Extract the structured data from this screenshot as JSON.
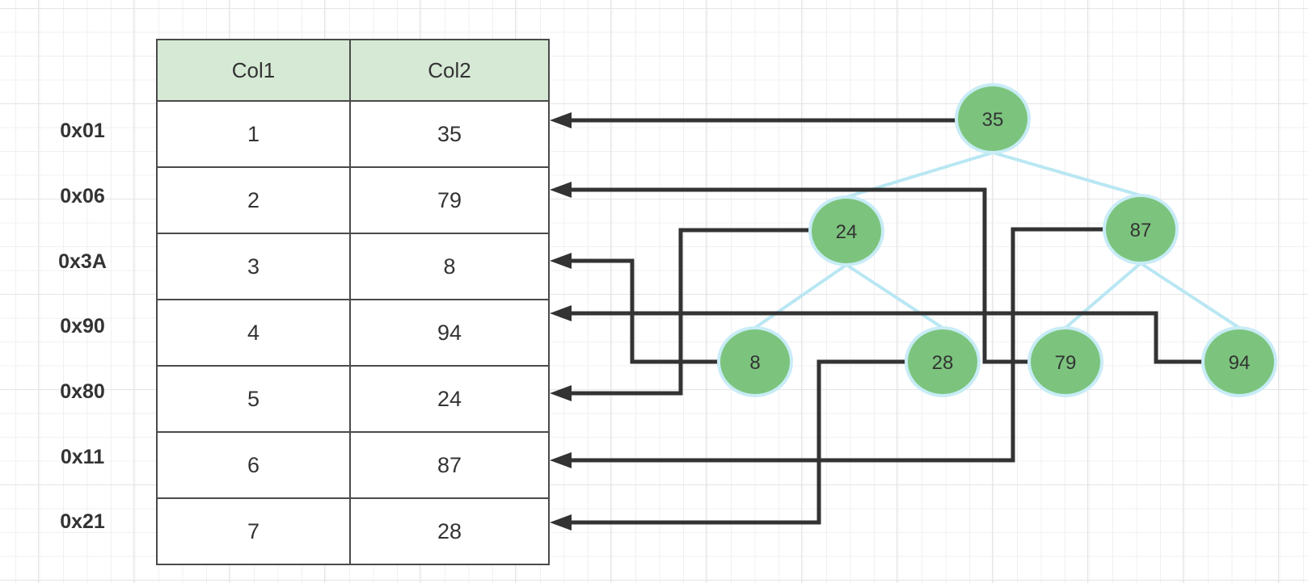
{
  "table": {
    "headers": [
      "Col1",
      "Col2"
    ],
    "rows": [
      {
        "label": "0x01",
        "col1": "1",
        "col2": "35"
      },
      {
        "label": "0x06",
        "col1": "2",
        "col2": "79"
      },
      {
        "label": "0x3A",
        "col1": "3",
        "col2": "8"
      },
      {
        "label": "0x90",
        "col1": "4",
        "col2": "94"
      },
      {
        "label": "0x80",
        "col1": "5",
        "col2": "24"
      },
      {
        "label": "0x11",
        "col1": "6",
        "col2": "87"
      },
      {
        "label": "0x21",
        "col1": "7",
        "col2": "28"
      }
    ]
  },
  "tree": {
    "nodes": [
      {
        "value": "35"
      },
      {
        "value": "24"
      },
      {
        "value": "87"
      },
      {
        "value": "8"
      },
      {
        "value": "28"
      },
      {
        "value": "79"
      },
      {
        "value": "94"
      }
    ],
    "edges": [
      [
        "35",
        "24"
      ],
      [
        "35",
        "87"
      ],
      [
        "24",
        "8"
      ],
      [
        "24",
        "28"
      ],
      [
        "87",
        "79"
      ],
      [
        "87",
        "94"
      ]
    ]
  },
  "connections": [
    {
      "from_node": "35",
      "to_row": "0x01"
    },
    {
      "from_node": "79",
      "to_row": "0x06"
    },
    {
      "from_node": "8",
      "to_row": "0x3A"
    },
    {
      "from_node": "94",
      "to_row": "0x90"
    },
    {
      "from_node": "24",
      "to_row": "0x80"
    },
    {
      "from_node": "87",
      "to_row": "0x11"
    },
    {
      "from_node": "28",
      "to_row": "0x21"
    }
  ],
  "colors": {
    "node_fill": "#7cc47e",
    "node_stroke": "#c8ecf6",
    "tree_edge": "#b9e7f3",
    "connector": "#333333",
    "table_header_fill": "#d6e9d5",
    "table_border": "#4a4a4a",
    "grid_minor": "#f0f0f0",
    "grid_major": "#e4e4e4",
    "canvas_bg": "#ffffff",
    "text": "#333333"
  }
}
